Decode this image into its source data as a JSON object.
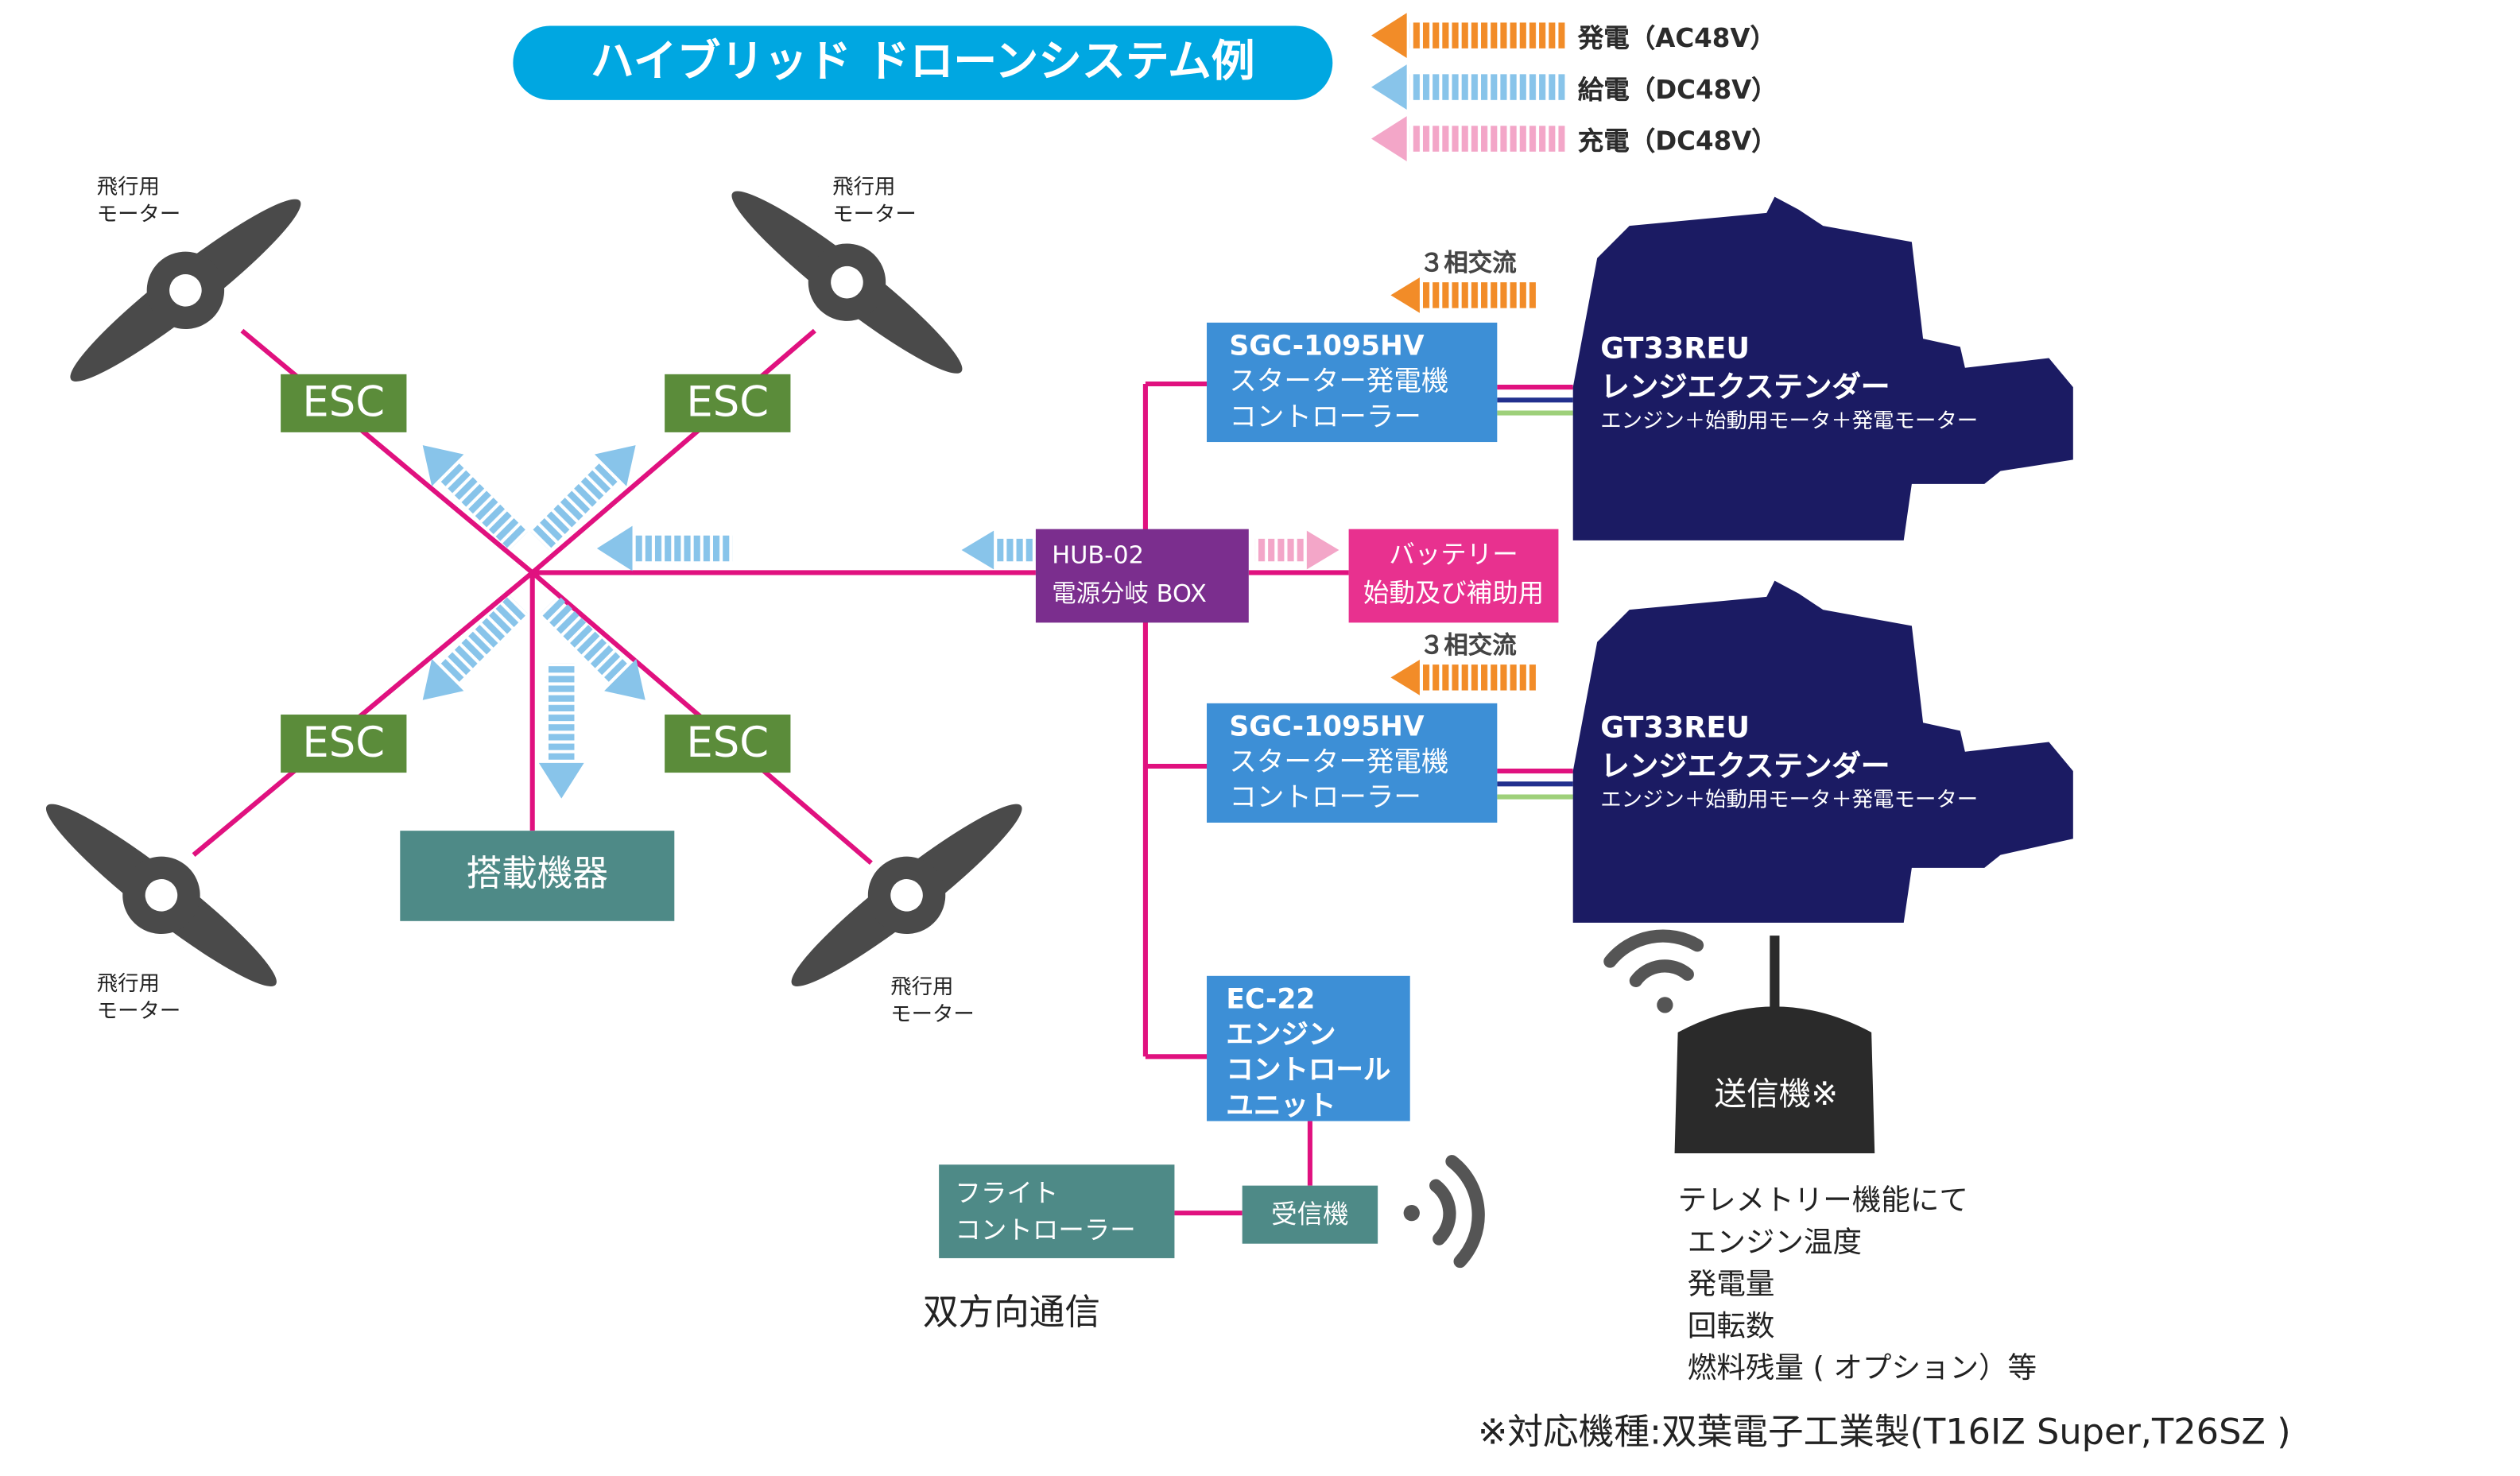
{
  "title": "ハイブリッド ドローンシステム例",
  "legend": [
    {
      "label": "発電（AC48V）",
      "color": "#f28c28"
    },
    {
      "label": "給電（DC48V）",
      "color": "#88c4ea"
    },
    {
      "label": "充電（DC48V）",
      "color": "#f3a6c8"
    }
  ],
  "motor_label_line1": "飛行用",
  "motor_label_line2": "モーター",
  "esc_label": "ESC",
  "payload_label": "搭載機器",
  "hub": {
    "line1": "HUB-02",
    "line2": "電源分岐 BOX"
  },
  "battery": {
    "line1": "バッテリー",
    "line2": "始動及び補助用"
  },
  "three_phase_label": "３相交流",
  "sgc": {
    "line1": "SGC-1095HV",
    "line2": "スターター発電機",
    "line3": "コントローラー"
  },
  "engine": {
    "line1": "GT33REU",
    "line2": "レンジエクステンダー",
    "line3": "エンジン＋始動用モータ＋発電モーター"
  },
  "ecu": {
    "line1": "EC-22",
    "line2": "エンジン",
    "line3": "コントロール",
    "line4": "ユニット"
  },
  "flight_controller": {
    "line1": "フライト",
    "line2": "コントローラー"
  },
  "receiver_label": "受信機",
  "bidirectional_label": "双方向通信",
  "transmitter_label": "送信機※",
  "telemetry": {
    "heading": "テレメトリー機能にて",
    "items": [
      "エンジン温度",
      "発電量",
      "回転数",
      "燃料残量 ( オプション）等"
    ]
  },
  "footnote": "※対応機種:双葉電子工業製(T16IZ Super,T26SZ )",
  "colors": {
    "wire": "#e0117f",
    "engine": "#1b1b63",
    "propeller": "#4a4a4a"
  }
}
